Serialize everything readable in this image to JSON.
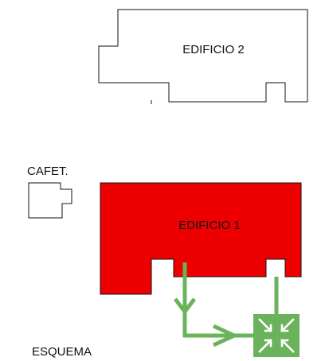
{
  "labels": {
    "building_2": "EDIFICIO 2",
    "building_1": "EDIFICIO 1",
    "cafeteria": "CAFET.",
    "diagram": "ESQUEMA"
  },
  "colors": {
    "building_1_fill": "#ee0000",
    "outline": "#111111",
    "route": "#6bb35a",
    "assembly_point": "#6bb35a",
    "assembly_icon": "#ffffff"
  },
  "icons": {
    "assembly_point": "assembly-point-icon"
  }
}
